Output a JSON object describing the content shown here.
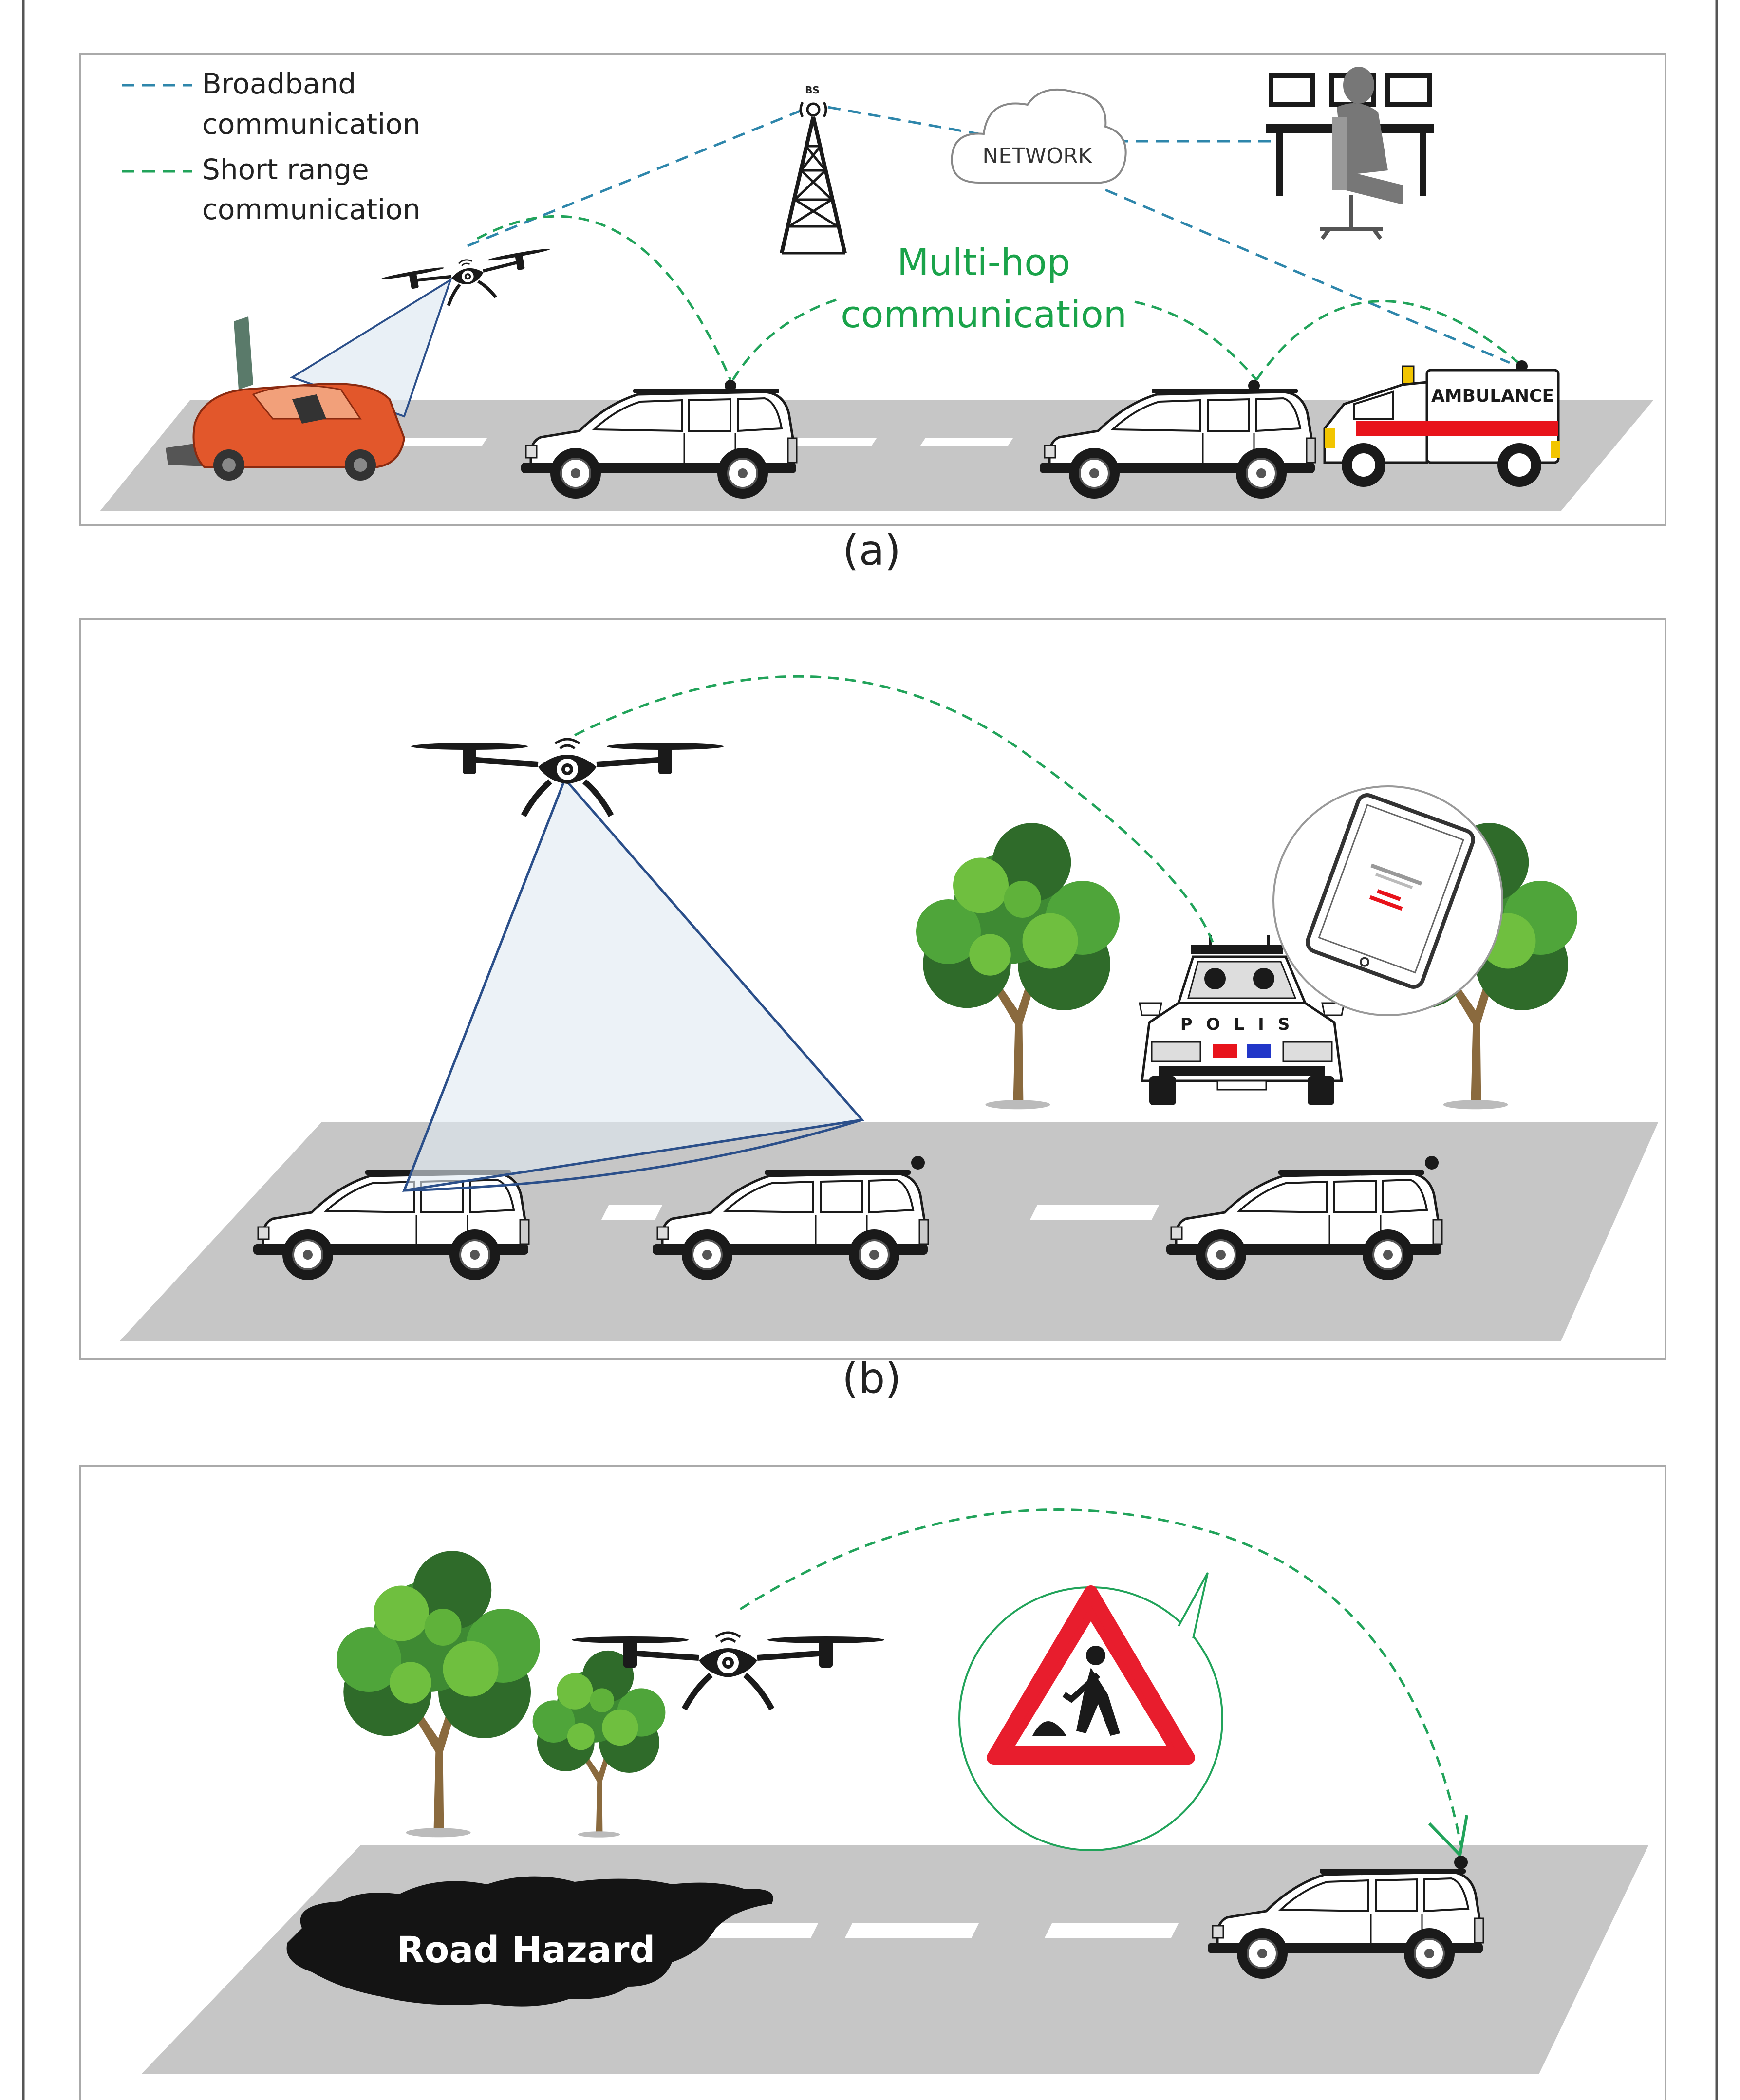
{
  "legend": {
    "broadband_line1": "Broadband",
    "broadband_line2": "communication",
    "short_range_line1": "Short range",
    "short_range_line2": "communication"
  },
  "panel_a": {
    "caption": "(a)",
    "bs_label": "BS",
    "network_label": "NETWORK",
    "multihop_line1": "Multi-hop",
    "multihop_line2": "communication",
    "ambulance_label": "AMBULANCE"
  },
  "panel_b": {
    "caption": "(b)",
    "police_label": "POLIS"
  },
  "panel_c": {
    "hazard_label": "Road Hazard"
  },
  "colors": {
    "broadband": "#2e86ab",
    "short_range": "#21a35a",
    "multihop_text": "#1aa34a",
    "road": "#c6c6c6",
    "drone": "#1a1a1a",
    "tree_dark": "#2f6b2a",
    "tree_light": "#6fbf3f",
    "wreck": "#e2572b",
    "ambulance_stripe": "#e8131b",
    "warning_red": "#e81d2d"
  }
}
